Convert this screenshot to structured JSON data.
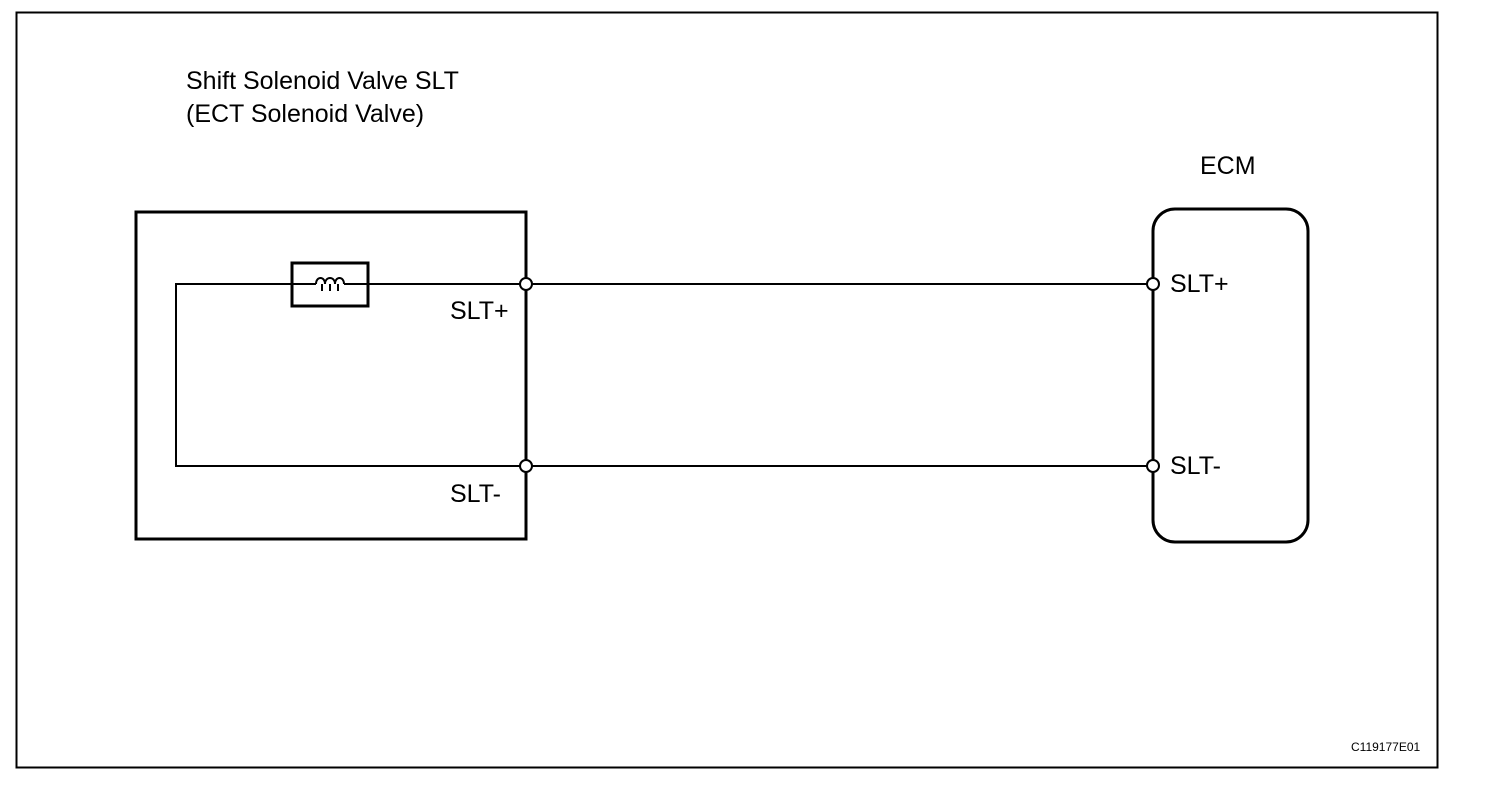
{
  "solenoid": {
    "title_line1": "Shift Solenoid Valve SLT",
    "title_line2": "(ECT Solenoid Valve)",
    "pin_plus": "SLT+",
    "pin_minus": "SLT-",
    "coil_icon": "solenoid-coil-icon"
  },
  "ecm": {
    "label": "ECM",
    "pin_plus": "SLT+",
    "pin_minus": "SLT-"
  },
  "figure_code": "C119177E01",
  "colors": {
    "line": "#000000",
    "background": "#ffffff"
  }
}
